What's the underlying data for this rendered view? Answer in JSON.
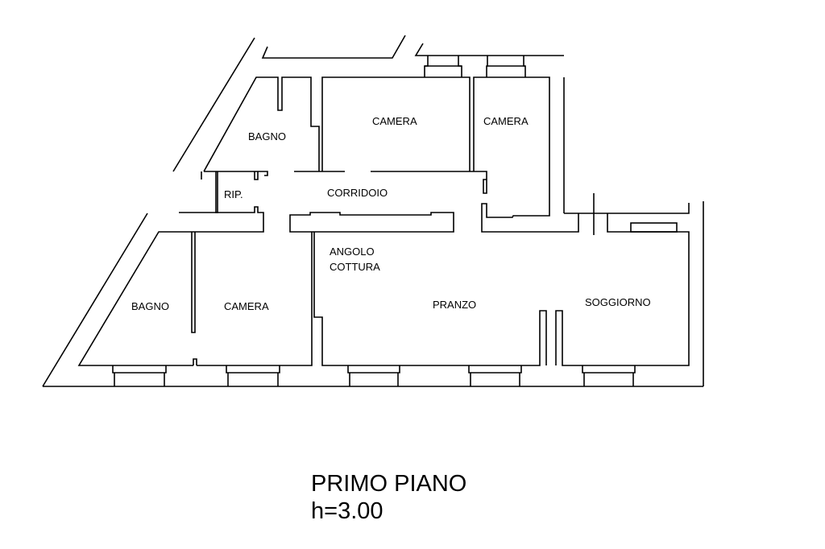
{
  "rooms": {
    "bagno_top": "BAGNO",
    "camera_top_1": "CAMERA",
    "camera_top_2": "CAMERA",
    "rip": "RIP.",
    "corridoio": "CORRIDOIO",
    "angolo_cottura_1": "ANGOLO",
    "angolo_cottura_2": "COTTURA",
    "bagno_bottom": "BAGNO",
    "camera_bottom": "CAMERA",
    "pranzo": "PRANZO",
    "soggiorno": "SOGGIORNO"
  },
  "caption": {
    "floor": "PRIMO PIANO",
    "height": "h=3.00"
  }
}
